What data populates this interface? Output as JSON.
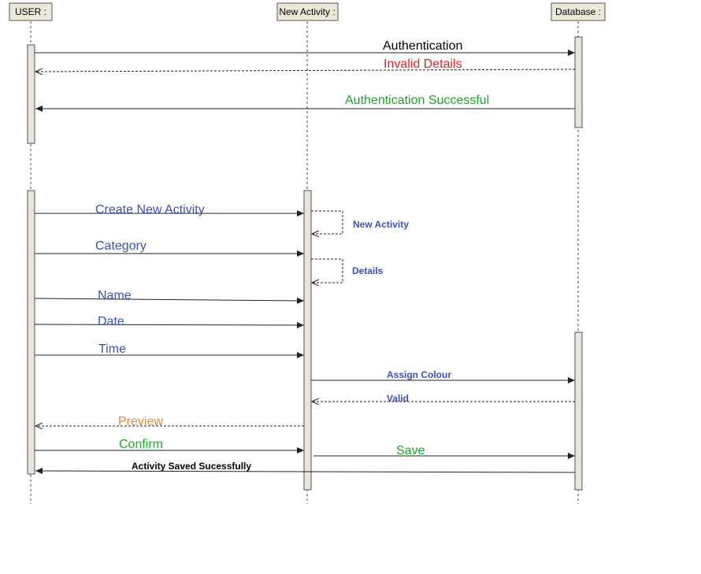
{
  "diagram": {
    "colors": {
      "black": "#000000",
      "red": "#e02020",
      "green": "#1aa32a",
      "blue": "#3b4fb8",
      "orange": "#e38a3c"
    },
    "lifelines": [
      {
        "id": "user",
        "label": "USER :"
      },
      {
        "id": "newactivity",
        "label": "New Activity :"
      },
      {
        "id": "database",
        "label": "Database :"
      }
    ],
    "messages": [
      {
        "id": "authentication",
        "text": "Authentication",
        "color": "#000000"
      },
      {
        "id": "invalid-details",
        "text": "Invalid Details",
        "color": "#e02020"
      },
      {
        "id": "authentication-successful",
        "text": "Authentication Successful",
        "color": "#1aa32a"
      },
      {
        "id": "create-new-activity",
        "text": "Create New Activity",
        "color": "#3b4fb8"
      },
      {
        "id": "self-new-activity",
        "text": "New Activity",
        "color": "#3b4fb8"
      },
      {
        "id": "category",
        "text": "Category",
        "color": "#3b4fb8"
      },
      {
        "id": "self-details",
        "text": "Details",
        "color": "#3b4fb8"
      },
      {
        "id": "name",
        "text": "Name",
        "color": "#3b4fb8"
      },
      {
        "id": "date",
        "text": "Date",
        "color": "#3b4fb8"
      },
      {
        "id": "time",
        "text": "Time",
        "color": "#3b4fb8"
      },
      {
        "id": "assign-colour",
        "text": "Assign Colour",
        "color": "#3b4fb8"
      },
      {
        "id": "valid",
        "text": "Valid",
        "color": "#3b4fb8"
      },
      {
        "id": "preview",
        "text": "Preview",
        "color": "#e38a3c"
      },
      {
        "id": "confirm",
        "text": "Confirm",
        "color": "#1aa32a"
      },
      {
        "id": "save",
        "text": "Save",
        "color": "#1aa32a"
      },
      {
        "id": "activity-saved",
        "text": "Activity Saved Sucessfully",
        "color": "#000000"
      }
    ]
  }
}
